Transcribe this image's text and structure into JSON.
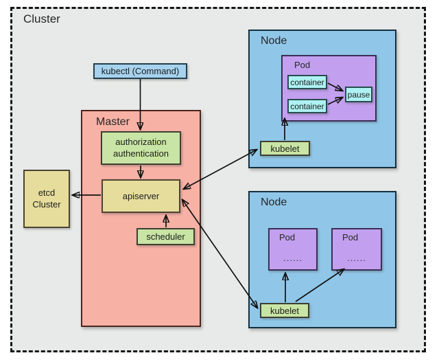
{
  "colors": {
    "cluster_bg": "#e8eae9",
    "kubectl_fill": "#a6d2ee",
    "master_fill": "#f7b1a5",
    "green_fill": "#c9e5a5",
    "yellow_fill": "#e6dd9d",
    "node_fill": "#90c7e9",
    "pod_fill": "#c2a0ef",
    "cyan_fill": "#aef2f3",
    "line_color": "#111111"
  },
  "cluster": {
    "label": "Cluster"
  },
  "kubectl": {
    "label": "kubectl (Command)"
  },
  "master": {
    "label": "Master",
    "auth_line1": "authorization",
    "auth_line2": "authentication",
    "apiserver_label": "apiserver",
    "scheduler_label": "scheduler"
  },
  "etcd": {
    "line1": "etcd",
    "line2": "Cluster"
  },
  "node1": {
    "label": "Node",
    "pod_label": "Pod",
    "container1_label": "container",
    "container2_label": "container",
    "pause_label": "pause",
    "kubelet_label": "kubelet"
  },
  "node2": {
    "label": "Node",
    "pod1_label": "Pod",
    "pod1_dots": "......",
    "pod2_label": "Pod",
    "pod2_dots": "......",
    "kubelet_label": "kubelet"
  }
}
